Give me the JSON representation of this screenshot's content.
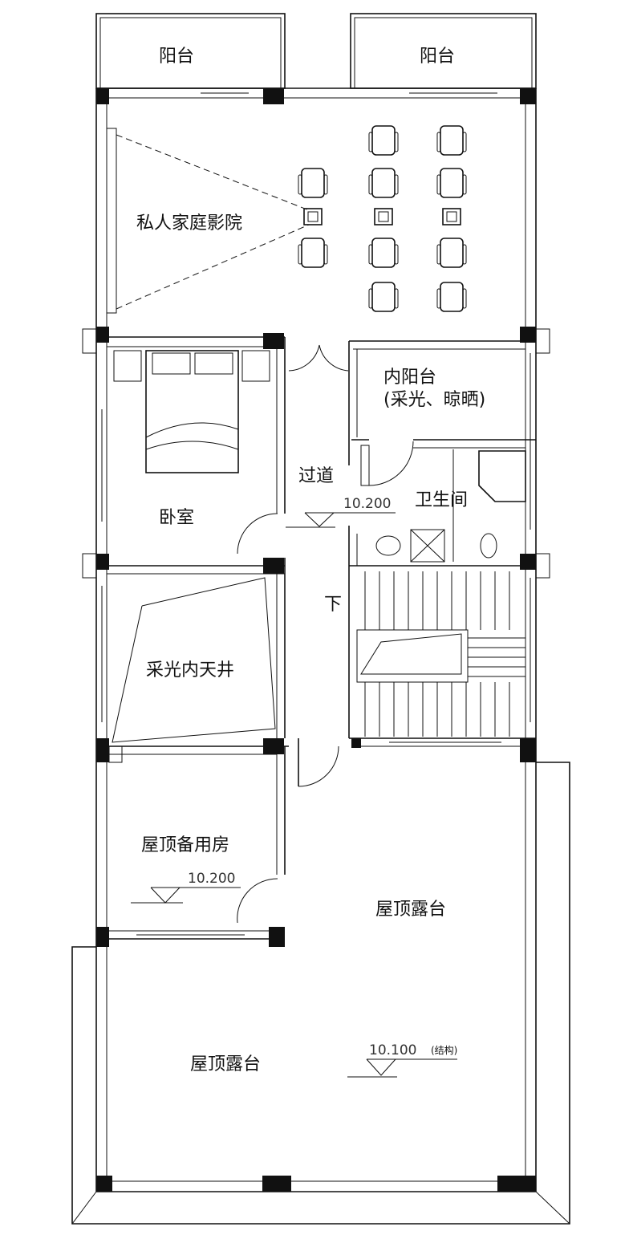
{
  "rooms": {
    "balcony_left": "阳台",
    "balcony_right": "阳台",
    "home_theater": "私人家庭影院",
    "inner_balcony": "内阳台",
    "inner_balcony_note": "(采光、晾晒)",
    "bedroom": "卧室",
    "corridor": "过道",
    "bathroom": "卫生间",
    "stair_down": "下",
    "light_well": "采光内天井",
    "spare_room": "屋顶备用房",
    "roof_terrace_right": "屋顶露台",
    "roof_terrace_bottom": "屋顶露台"
  },
  "elevations": {
    "corridor": "10.200",
    "spare_room": "10.200",
    "terrace": "10.100",
    "terrace_note": "(结构)"
  }
}
